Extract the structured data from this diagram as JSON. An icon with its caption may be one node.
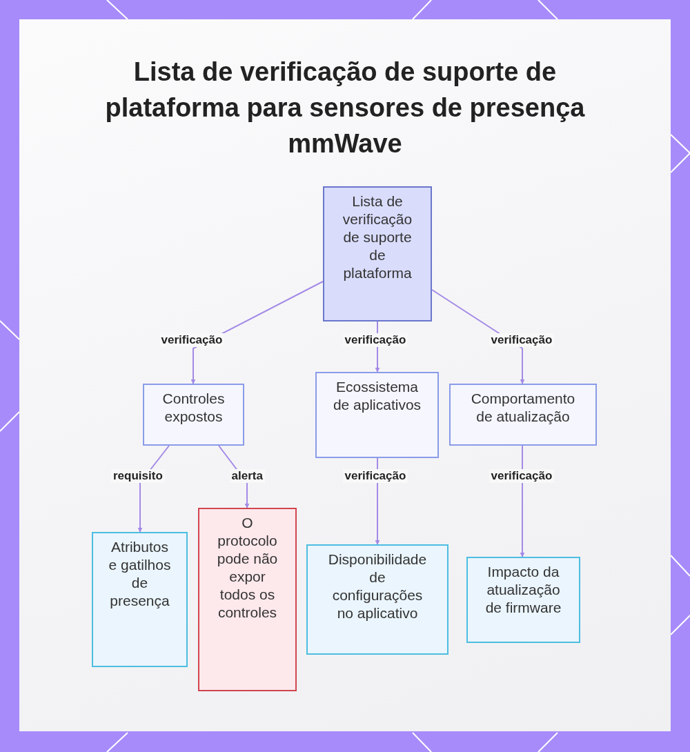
{
  "diagram": {
    "title": "Lista de verificação de suporte de plataforma para sensores de presença mmWave",
    "nodes": [
      {
        "text": [
          "Lista de verificação de suporte de plataforma"
        ]
      },
      {
        "text": [
          "Controles expostos"
        ]
      },
      {
        "text": [
          "Ecossistema de aplicativos"
        ]
      },
      {
        "text": [
          "Comportamento de atualização"
        ]
      },
      {
        "text": [
          "Atributos e gatilhos de presença"
        ]
      },
      {
        "text": [
          "O protocolo pode não expor todos os controles"
        ]
      },
      {
        "text": [
          "Disponibilidade de configurações no aplicativo"
        ]
      },
      {
        "text": [
          "Impacto da atualização de firmware"
        ]
      }
    ],
    "edges": [
      {
        "from": 0,
        "to": 1,
        "arrow": "to",
        "label": "verificação"
      },
      {
        "from": 0,
        "to": 2,
        "arrow": "to",
        "label": "verificação"
      },
      {
        "from": 0,
        "to": 3,
        "arrow": "to",
        "label": "verificação"
      },
      {
        "from": 1,
        "to": 4,
        "arrow": "to",
        "label": "requisito"
      },
      {
        "from": 1,
        "to": 5,
        "arrow": "to",
        "label": "alerta"
      },
      {
        "from": 2,
        "to": 6,
        "arrow": "to",
        "label": "verificação"
      },
      {
        "from": 3,
        "to": 7,
        "arrow": "to",
        "label": "verificação"
      }
    ]
  }
}
